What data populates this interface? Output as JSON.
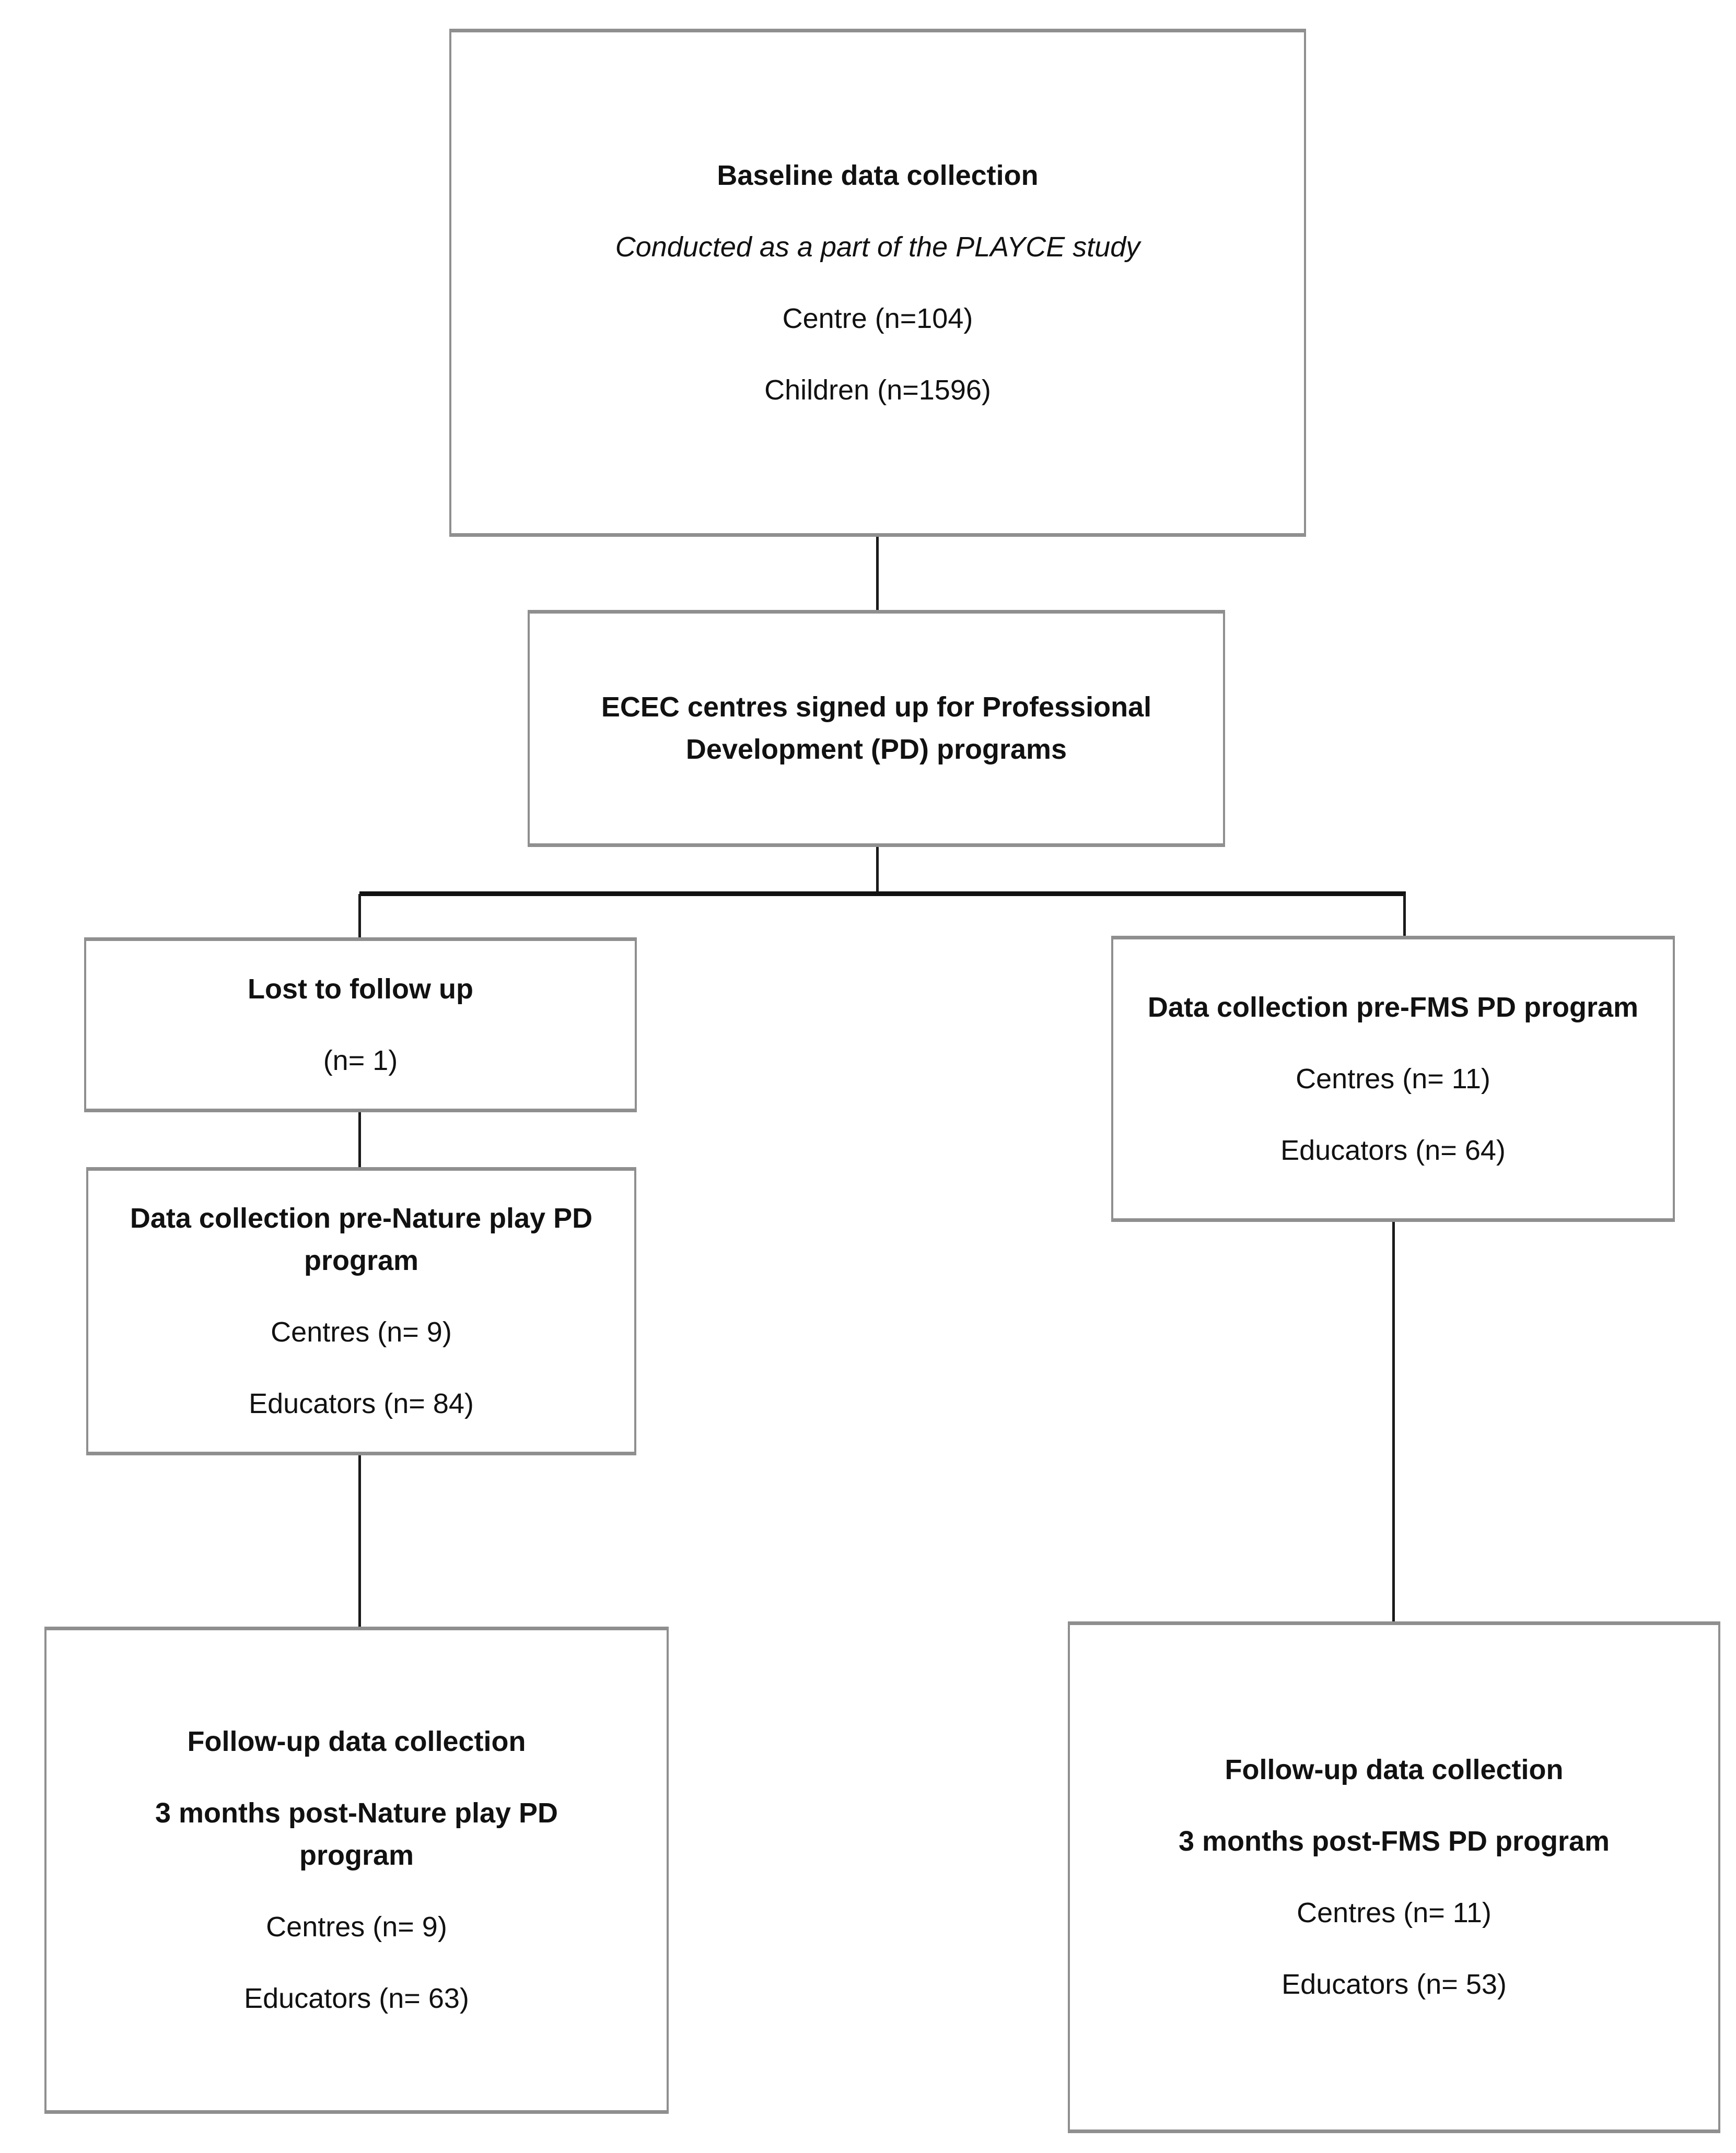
{
  "diagram": {
    "baseline": {
      "title": "Baseline data collection",
      "subtitle": "Conducted as a part of the PLAYCE study",
      "centre": "Centre (n=104)",
      "children": "Children (n=1596)"
    },
    "ecec": {
      "title": "ECEC centres signed up for Professional Development (PD) programs"
    },
    "lost": {
      "title": "Lost to follow up",
      "n": "(n= 1)"
    },
    "pre_fms": {
      "title": "Data collection pre-FMS PD program",
      "centres": "Centres (n= 11)",
      "educators": "Educators (n= 64)"
    },
    "pre_nature": {
      "title": "Data collection pre-Nature play PD program",
      "centres": "Centres (n= 9)",
      "educators": "Educators (n= 84)"
    },
    "followup_nature": {
      "title": "Follow-up data collection",
      "subtitle": "3 months post-Nature play PD program",
      "centres": "Centres (n= 9)",
      "educators": "Educators (n= 63)"
    },
    "followup_fms": {
      "title": "Follow-up data collection",
      "subtitle": "3 months post-FMS PD program",
      "centres": "Centres (n= 11)",
      "educators": "Educators (n= 53)"
    }
  },
  "colors": {
    "box_border": "#8f8f8f",
    "connector": "#1a1a1a",
    "text": "#111111",
    "background": "#ffffff"
  }
}
